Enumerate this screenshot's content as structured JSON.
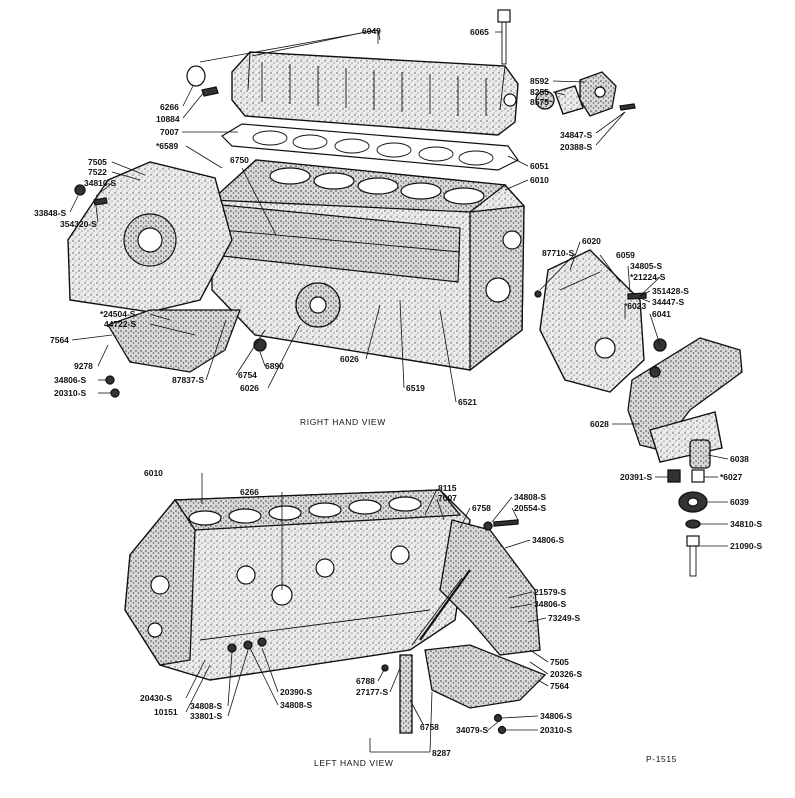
{
  "captions": {
    "right_view": "RIGHT HAND VIEW",
    "left_view": "LEFT HAND VIEW",
    "plate": "P-1515"
  },
  "labels": [
    {
      "id": "l6049",
      "text": "6049"
    },
    {
      "id": "l6065",
      "text": "6065"
    },
    {
      "id": "l6266a",
      "text": "6266"
    },
    {
      "id": "l10884",
      "text": "10884"
    },
    {
      "id": "l7007a",
      "text": "7007"
    },
    {
      "id": "l6589",
      "text": "*6589"
    },
    {
      "id": "l7505a",
      "text": "7505"
    },
    {
      "id": "l7522",
      "text": "7522"
    },
    {
      "id": "l34810a",
      "text": "34810-S"
    },
    {
      "id": "l33848",
      "text": "33848-S"
    },
    {
      "id": "l354320",
      "text": "354320-S"
    },
    {
      "id": "l6750",
      "text": "6750"
    },
    {
      "id": "l8592",
      "text": "8592"
    },
    {
      "id": "l8255",
      "text": "8255"
    },
    {
      "id": "l8575",
      "text": "8575"
    },
    {
      "id": "l34847",
      "text": "34847-S"
    },
    {
      "id": "l20388",
      "text": "20388-S"
    },
    {
      "id": "l6051",
      "text": "6051"
    },
    {
      "id": "l6010a",
      "text": "6010"
    },
    {
      "id": "l6020",
      "text": "6020"
    },
    {
      "id": "l87710",
      "text": "87710-S"
    },
    {
      "id": "l6059",
      "text": "6059"
    },
    {
      "id": "l34805",
      "text": "34805-S"
    },
    {
      "id": "l21224",
      "text": "*21224-S"
    },
    {
      "id": "l351428",
      "text": "351428-S"
    },
    {
      "id": "l34447",
      "text": "34447-S"
    },
    {
      "id": "l6023",
      "text": "*6023"
    },
    {
      "id": "l6041",
      "text": "6041"
    },
    {
      "id": "l24504",
      "text": "*24504-S"
    },
    {
      "id": "l44722",
      "text": "44722-S"
    },
    {
      "id": "l7564a",
      "text": "7564"
    },
    {
      "id": "l9278",
      "text": "9278"
    },
    {
      "id": "l34806a",
      "text": "34806-S"
    },
    {
      "id": "l20310a",
      "text": "20310-S"
    },
    {
      "id": "l87837",
      "text": "87837-S"
    },
    {
      "id": "l6754",
      "text": "6754"
    },
    {
      "id": "l6026a",
      "text": "6026"
    },
    {
      "id": "l6890",
      "text": "6890"
    },
    {
      "id": "l6026b",
      "text": "6026"
    },
    {
      "id": "l6519",
      "text": "6519"
    },
    {
      "id": "l6521",
      "text": "6521"
    },
    {
      "id": "l6028",
      "text": "6028"
    },
    {
      "id": "l6038",
      "text": "6038"
    },
    {
      "id": "l20391",
      "text": "20391-S"
    },
    {
      "id": "l6027",
      "text": "*6027"
    },
    {
      "id": "l6039",
      "text": "6039"
    },
    {
      "id": "l34810b",
      "text": "34810-S"
    },
    {
      "id": "l21090",
      "text": "21090-S"
    },
    {
      "id": "l6010b",
      "text": "6010"
    },
    {
      "id": "l6266b",
      "text": "6266"
    },
    {
      "id": "l8115",
      "text": "8115"
    },
    {
      "id": "l7007b",
      "text": "7007"
    },
    {
      "id": "l6758a",
      "text": "6758"
    },
    {
      "id": "l34808a",
      "text": "34808-S"
    },
    {
      "id": "l20554",
      "text": "20554-S"
    },
    {
      "id": "l34806b",
      "text": "34806-S"
    },
    {
      "id": "l21579",
      "text": "21579-S"
    },
    {
      "id": "l34806c",
      "text": "34806-S"
    },
    {
      "id": "l73249",
      "text": "73249-S"
    },
    {
      "id": "l7505b",
      "text": "7505"
    },
    {
      "id": "l20326",
      "text": "20326-S"
    },
    {
      "id": "l7564b",
      "text": "7564"
    },
    {
      "id": "l6788",
      "text": "6788"
    },
    {
      "id": "l27177",
      "text": "27177-S"
    },
    {
      "id": "l20430",
      "text": "20430-S"
    },
    {
      "id": "l10151",
      "text": "10151"
    },
    {
      "id": "l34808b",
      "text": "34808-S"
    },
    {
      "id": "l33801",
      "text": "33801-S"
    },
    {
      "id": "l20390",
      "text": "20390-S"
    },
    {
      "id": "l34808c",
      "text": "34808-S"
    },
    {
      "id": "l6758b",
      "text": "6758"
    },
    {
      "id": "l34079",
      "text": "34079-S"
    },
    {
      "id": "l34806d",
      "text": "34806-S"
    },
    {
      "id": "l20310b",
      "text": "20310-S"
    },
    {
      "id": "l8287",
      "text": "8287"
    }
  ]
}
